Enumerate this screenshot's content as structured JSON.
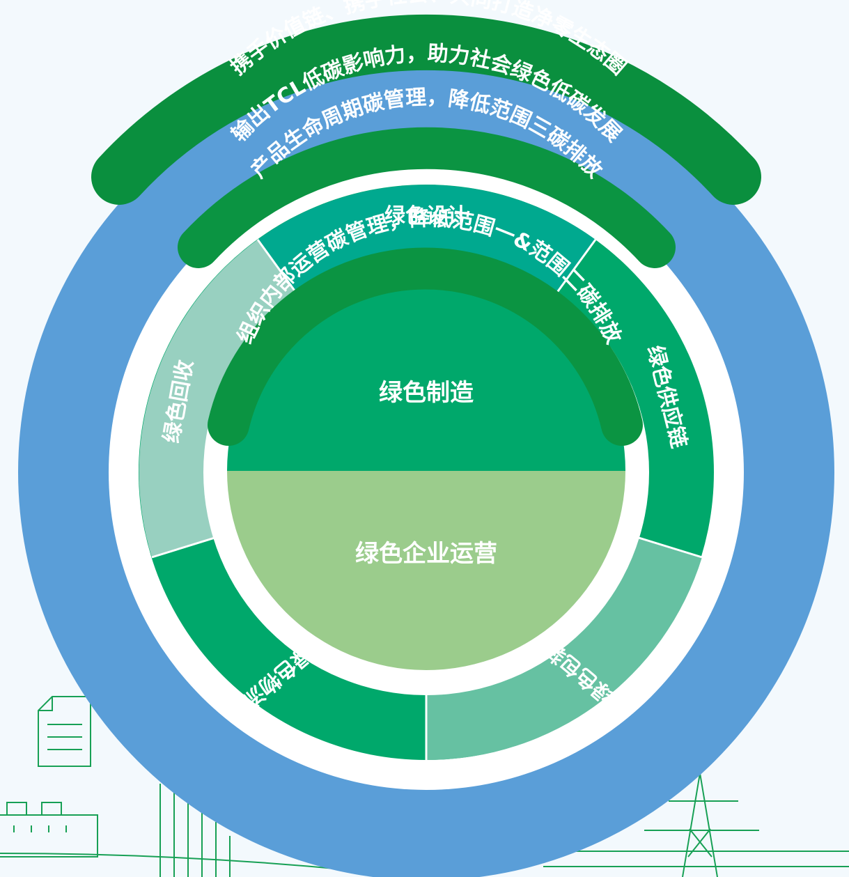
{
  "colors": {
    "background": "#f3f9fd",
    "outer_ring": "#5a9ed8",
    "ecosystem_band": "#0a8f3e",
    "dark_green": "#0b9442",
    "teal": "#00a98f",
    "medium_green": "#00a86b",
    "pale_teal": "#98d0c0",
    "soft_teal": "#66c1a2",
    "light_green": "#9bcc8c",
    "line_art": "#17a055"
  },
  "rings": {
    "ecosystem": "携手价值链、携手社会、共同打造净零生态圈",
    "influence": "输出TCL低碳影响力，助力社会绿色低碳发展",
    "lifecycle": "产品生命周期碳管理，降低范围三碳排放",
    "operations": "组织内部运营碳管理，降低范围一&范围二碳排放"
  },
  "segments": {
    "design": "绿色设计",
    "supply_chain": "绿色供应链",
    "packaging": "绿色包装",
    "logistics": "绿色物流",
    "recycling": "绿色回收"
  },
  "center": {
    "manufacturing": "绿色制造",
    "enterprise_operation": "绿色企业运营"
  },
  "icons": [
    "document-icon",
    "factory-icon",
    "transmission-tower-icon",
    "building-icon"
  ]
}
